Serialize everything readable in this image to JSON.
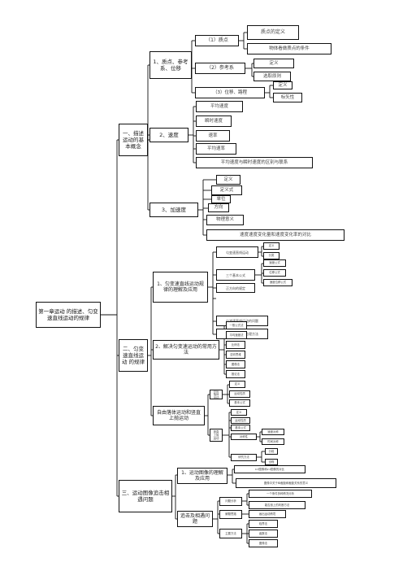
{
  "root": "第一章运动 的描述、匀变速直线运动的规律",
  "b1": {
    "label": "一、描述运动的基本概念",
    "n1": {
      "label": "1、质点、参考系、位移",
      "z1": {
        "label": "（1）质点",
        "l1": "质点的定义",
        "l2": "物体看做质点的条件"
      },
      "z2": {
        "label": "（2）参考系",
        "l1": "定义",
        "l2": "选取原则"
      },
      "z3": {
        "label": "（3）位移、路程",
        "l1": "定义",
        "l2": "标矢性"
      }
    },
    "n2": {
      "label": "2、速度",
      "items": [
        "平均速度",
        "瞬时速度",
        "速率",
        "平均速率",
        "平均速度与瞬时速度的区别与联系"
      ]
    },
    "n3": {
      "label": "3、加速度",
      "items": [
        "定义",
        "定义式",
        "单位",
        "方向",
        "物理意义",
        "速度速度变化量和速度变化率的对比"
      ]
    }
  },
  "b2": {
    "label": "二、匀变速直线运动 的规律",
    "n1": {
      "label": "1、匀变速直线运动规律的理解及应用",
      "x1": {
        "label": "匀变速直线运动",
        "l1": "定义",
        "l2": "分类"
      },
      "x2": {
        "label": "三个基本公式",
        "l1": "速度公式",
        "l2": "位移公式",
        "l3": "速度位移公式"
      },
      "items": [
        "正方向的规定",
        "匀减速直线运动的问题",
        "刹车类问题的处理方法"
      ]
    },
    "n2": {
      "label": "2、解决匀变速运动的常用方法",
      "items": [
        "一般公式法",
        "平均速度法",
        "比例法",
        "逆向思维",
        "图像法",
        "推论法"
      ]
    },
    "n3": {
      "label": "自由落体运动和竖直上抛运动",
      "y1": {
        "label": "自由落体运动",
        "items": [
          "定义",
          "运动性质",
          "基本公式"
        ]
      },
      "y2": {
        "label": "竖直上抛运动",
        "l1": "定义",
        "l2": "运动性质",
        "l3": "基本公式",
        "l4": "对称性",
        "l4a": "速度对称",
        "l4b": "时间对称",
        "l5": "研究方法",
        "l5a": "分段",
        "l5b": "全程"
      }
    }
  },
  "b3": {
    "label": "三、运动图像追击相遇问题",
    "n1": {
      "label": "1、运动图像的理解及应用",
      "items": [
        "x-t图像和v-t图像的对比",
        "图像中关于纵截距和截距关系的意义"
      ]
    },
    "n2": {
      "label": "追击及相遇问题",
      "w1": {
        "label": "问题分析",
        "l1": "一个条件多种情况分析",
        "l2": "能否追上的判断方法"
      },
      "w2": {
        "label": "解题思路",
        "l1": "画出运动情境"
      },
      "w3": {
        "label": "主要方法",
        "l1": "临界法",
        "l2": "函数法",
        "l3": "图像法"
      }
    }
  }
}
